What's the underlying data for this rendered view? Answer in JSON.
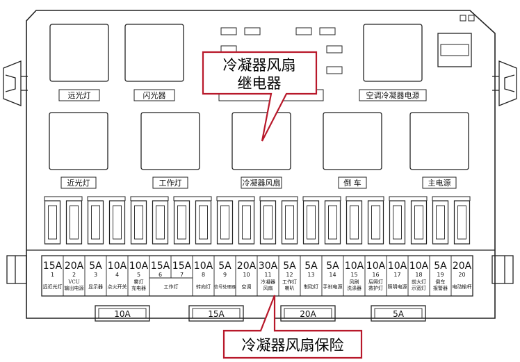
{
  "relay_row1": [
    {
      "label": "远光灯"
    },
    {
      "label": "闪光器"
    },
    {
      "label": ""
    },
    {
      "label": "空调冷凝器电源"
    }
  ],
  "relay_row2": [
    {
      "label": "近光灯"
    },
    {
      "label": "工作灯"
    },
    {
      "label": "冷凝器风扇"
    },
    {
      "label": "倒 车"
    },
    {
      "label": "主电源"
    }
  ],
  "fuses": [
    {
      "amp": "15A",
      "num": "1",
      "name": "远近光灯"
    },
    {
      "amp": "20A",
      "num": "2",
      "name": "VCU 输出电源"
    },
    {
      "amp": "5A",
      "num": "3",
      "name": "显示器"
    },
    {
      "amp": "10A",
      "num": "4",
      "name": "点火开关"
    },
    {
      "amp": "10A",
      "num": "5",
      "name": "雾灯 充电器"
    },
    {
      "amp": "15A",
      "num": "6",
      "name": ""
    },
    {
      "amp": "15A",
      "num": "7",
      "name": ""
    },
    {
      "amp": "10A",
      "num": "8",
      "name": "转向灯"
    },
    {
      "amp": "5A",
      "num": "9",
      "name": "信号处理器"
    },
    {
      "amp": "20A",
      "num": "10",
      "name": "空调"
    },
    {
      "amp": "30A",
      "num": "11",
      "name": "冷凝器 风扇"
    },
    {
      "amp": "5A",
      "num": "12",
      "name": "工作灯 喇叭"
    },
    {
      "amp": "5A",
      "num": "13",
      "name": "制动灯"
    },
    {
      "amp": "5A",
      "num": "14",
      "name": "手刹电源"
    },
    {
      "amp": "10A",
      "num": "15",
      "name": "风刷 洗涤器"
    },
    {
      "amp": "10A",
      "num": "16",
      "name": "后照灯 救护灯"
    },
    {
      "amp": "10A",
      "num": "17",
      "name": "照明电源"
    },
    {
      "amp": "10A",
      "num": "18",
      "name": "前大灯 示宽灯"
    },
    {
      "amp": "5A",
      "num": "19",
      "name": "倒车 报警器"
    },
    {
      "amp": "20A",
      "num": "20",
      "name": "电动榆杆"
    }
  ],
  "work_light_group_label": "工作灯",
  "spare_fuses": [
    "10A",
    "15A",
    "20A",
    "5A"
  ],
  "callout_relay": {
    "line1": "冷凝器风扇",
    "line2": "继电器"
  },
  "callout_fuse": "冷凝器风扇保险",
  "colors": {
    "line": "#222222",
    "callout_border": "#b8182a",
    "background": "#ffffff"
  }
}
